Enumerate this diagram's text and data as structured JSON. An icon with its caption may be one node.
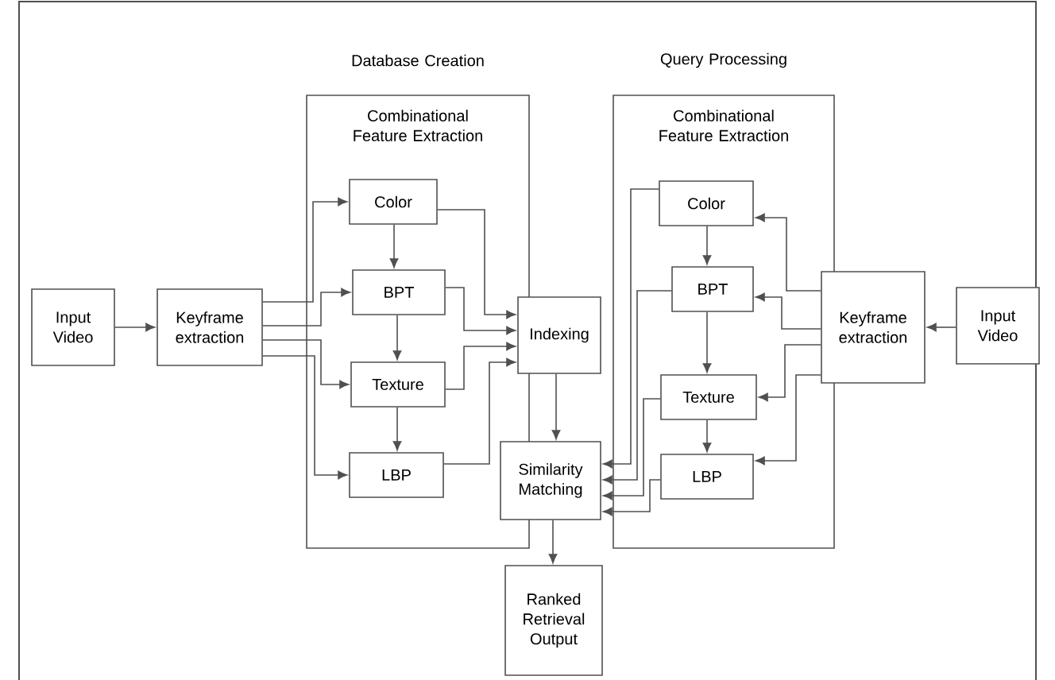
{
  "diagram": {
    "nodes": [
      {
        "text": [
          "Database Creation",
          "Combinational Feature Extraction"
        ]
      },
      {
        "text": [
          "Color"
        ],
        "in": 0
      },
      {
        "text": [
          "BPT"
        ],
        "in": 0
      },
      {
        "text": [
          "Texture"
        ],
        "in": 0
      },
      {
        "text": [
          "LBP"
        ],
        "in": 0
      },
      {
        "text": [
          "Query Processing",
          "Combinational Feature Extraction"
        ]
      },
      {
        "text": [
          "Color"
        ],
        "in": 5
      },
      {
        "text": [
          "BPT"
        ],
        "in": 5
      },
      {
        "text": [
          "Texture"
        ],
        "in": 5
      },
      {
        "text": [
          "LBP"
        ],
        "in": 5
      },
      {
        "text": [
          "Input Video"
        ]
      },
      {
        "text": [
          "Keyframe extraction"
        ]
      },
      {
        "text": [
          "Indexing"
        ]
      },
      {
        "text": [
          "Similarity Matching"
        ]
      },
      {
        "text": [
          "Ranked Retrieval Output"
        ]
      },
      {
        "text": [
          "Keyframe extraction"
        ]
      },
      {
        "text": [
          "Input Video"
        ]
      }
    ],
    "edges": [
      {
        "from": 10,
        "to": 11,
        "arrow": "to"
      },
      {
        "from": 11,
        "to": 1,
        "arrow": "to"
      },
      {
        "from": 11,
        "to": 2,
        "arrow": "to"
      },
      {
        "from": 11,
        "to": 3,
        "arrow": "to"
      },
      {
        "from": 11,
        "to": 4,
        "arrow": "to"
      },
      {
        "from": 1,
        "to": 2,
        "arrow": "to"
      },
      {
        "from": 2,
        "to": 3,
        "arrow": "to"
      },
      {
        "from": 3,
        "to": 4,
        "arrow": "to"
      },
      {
        "from": 1,
        "to": 12,
        "arrow": "to"
      },
      {
        "from": 2,
        "to": 12,
        "arrow": "to"
      },
      {
        "from": 3,
        "to": 12,
        "arrow": "to"
      },
      {
        "from": 4,
        "to": 12,
        "arrow": "to"
      },
      {
        "from": 12,
        "to": 13,
        "arrow": "to"
      },
      {
        "from": 13,
        "to": 14,
        "arrow": "to"
      },
      {
        "from": 16,
        "to": 15,
        "arrow": "to"
      },
      {
        "from": 15,
        "to": 6,
        "arrow": "to"
      },
      {
        "from": 15,
        "to": 7,
        "arrow": "to"
      },
      {
        "from": 15,
        "to": 8,
        "arrow": "to"
      },
      {
        "from": 15,
        "to": 9,
        "arrow": "to"
      },
      {
        "from": 6,
        "to": 7,
        "arrow": "to"
      },
      {
        "from": 7,
        "to": 8,
        "arrow": "to"
      },
      {
        "from": 8,
        "to": 9,
        "arrow": "to"
      },
      {
        "from": 6,
        "to": 13,
        "arrow": "to"
      },
      {
        "from": 7,
        "to": 13,
        "arrow": "to"
      },
      {
        "from": 8,
        "to": 13,
        "arrow": "to"
      },
      {
        "from": 9,
        "to": 13,
        "arrow": "to"
      }
    ]
  }
}
